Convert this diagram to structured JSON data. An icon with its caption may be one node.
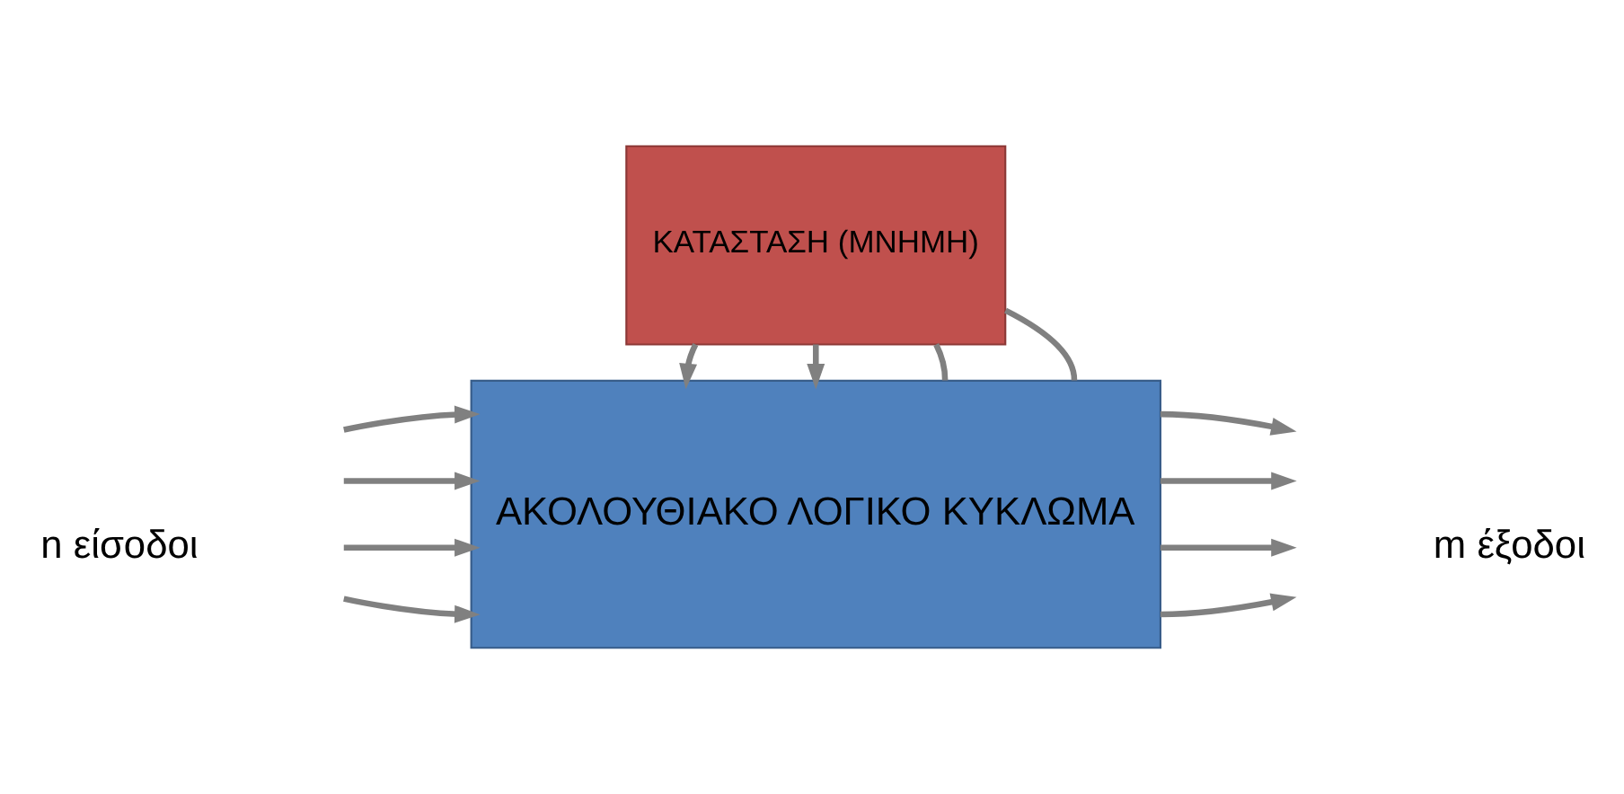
{
  "diagram": {
    "nodes": [
      {
        "text": [
          "ΑΚΟΛΟΥΘΙΑΚΟ ΛΟΓΙΚΟ ΚΥΚΛΩΜΑ"
        ]
      },
      {
        "text": [
          "ΚΑΤΑΣΤΑΣΗ (ΜΝΗΜΗ)"
        ]
      }
    ],
    "edges": [
      {
        "from": null,
        "to": 0,
        "arrow": "to"
      },
      {
        "from": null,
        "to": 0,
        "arrow": "to"
      },
      {
        "from": 0,
        "to": null,
        "arrow": "to"
      },
      {
        "from": 0,
        "to": null,
        "arrow": "to"
      },
      {
        "from": null,
        "to": 0,
        "arrow": "to"
      },
      {
        "from": null,
        "to": 0,
        "arrow": "to"
      },
      {
        "from": 0,
        "to": null,
        "arrow": "to"
      },
      {
        "from": 0,
        "to": null,
        "arrow": "to"
      },
      {
        "from": 0,
        "to": 1,
        "arrow": "none"
      },
      {
        "from": 0,
        "to": 1,
        "arrow": "none"
      },
      {
        "from": 1,
        "to": 0,
        "arrow": "to"
      },
      {
        "from": 1,
        "to": 0,
        "arrow": "to"
      }
    ],
    "labels": [
      "n είσοδοι",
      "m έξοδοι"
    ]
  }
}
